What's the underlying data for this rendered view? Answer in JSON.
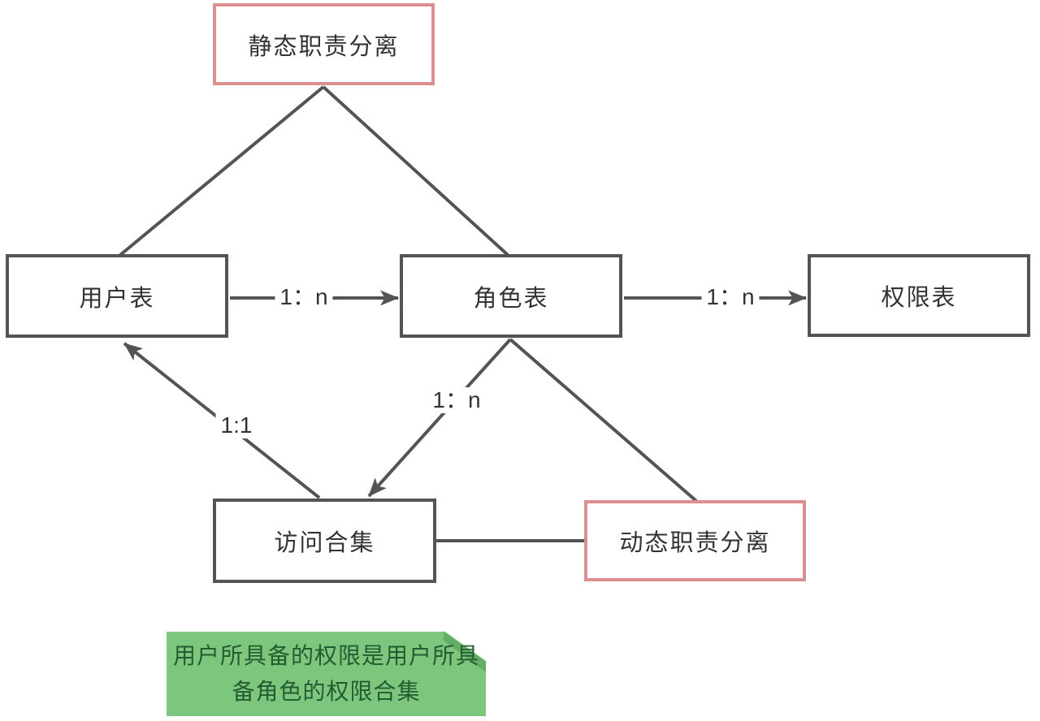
{
  "diagram": {
    "title_hint": "RBAC 权限模型关系图",
    "boxes": {
      "static_sod": {
        "label": "静态职责分离"
      },
      "user_table": {
        "label": "用户表"
      },
      "role_table": {
        "label": "角色表"
      },
      "perm_table": {
        "label": "权限表"
      },
      "access_set": {
        "label": "访问合集"
      },
      "dynamic_sod": {
        "label": "动态职责分离"
      }
    },
    "edge_labels": {
      "user_to_role": "1：n",
      "role_to_perm": "1：n",
      "role_to_access": "1：n",
      "access_to_user": "1:1"
    },
    "note": {
      "line1": "用户所具备的权限是用户所具",
      "line2": "备角色的权限合集"
    },
    "colors": {
      "line_gray": "#545456",
      "box_border_gray": "#545456",
      "box_border_pink": "#dd8f8f",
      "note_background": "#7cc67e",
      "note_fold": "#63ad67",
      "note_text": "#235c31",
      "label_text": "#333333"
    }
  }
}
